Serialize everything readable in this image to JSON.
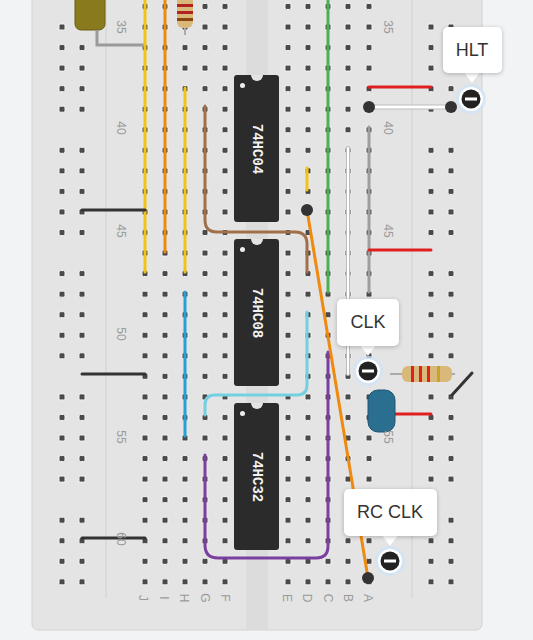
{
  "diagram": {
    "nodes": [
      {
        "text": [
          "HLT"
        ]
      },
      {
        "text": [
          "74HC04"
        ]
      },
      {
        "text": [
          "74HC08"
        ]
      },
      {
        "text": [
          "CLK"
        ]
      },
      {
        "text": [
          "74HC32"
        ]
      },
      {
        "text": [
          "RC CLK"
        ]
      }
    ],
    "labels": [
      "35",
      "35",
      "40",
      "40",
      "45",
      "45",
      "50",
      "55",
      "55",
      "60",
      "J",
      "I",
      "H",
      "G",
      "F",
      "E",
      "D",
      "C",
      "B",
      "A"
    ]
  }
}
